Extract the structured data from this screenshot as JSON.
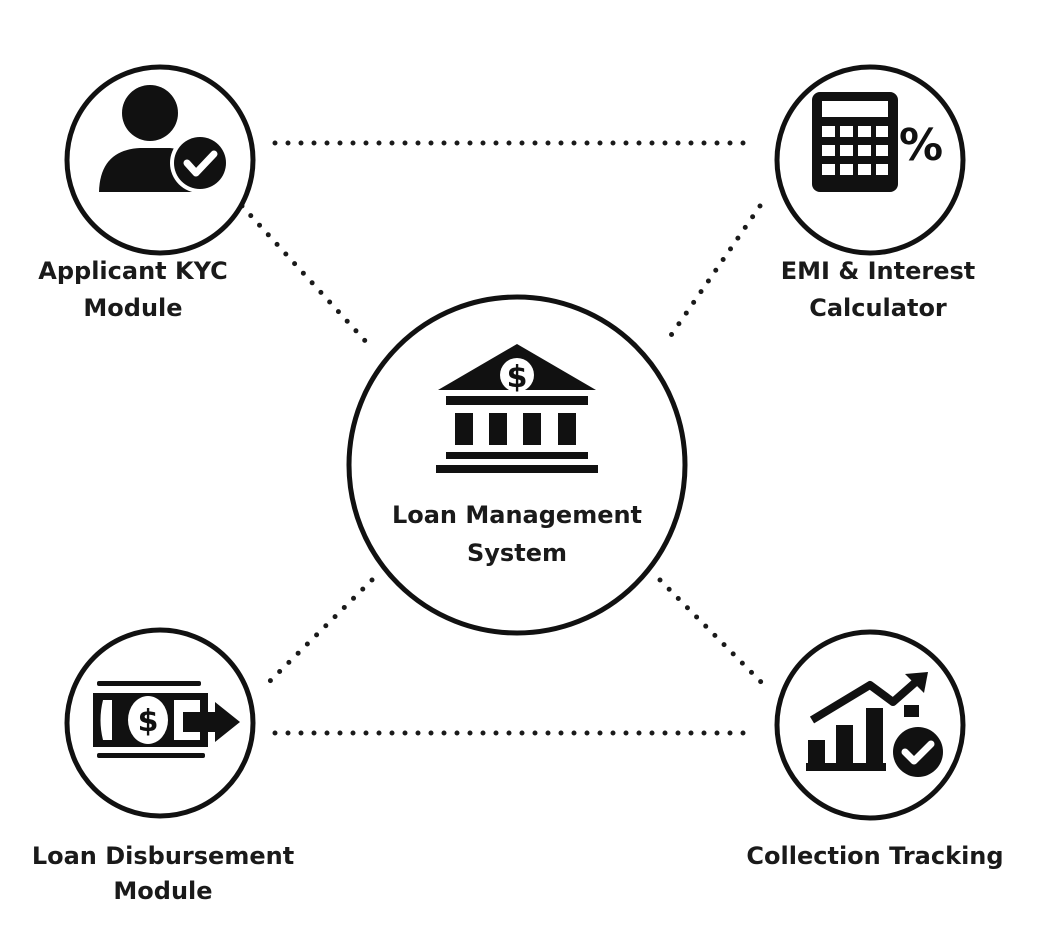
{
  "center": {
    "line1": "Loan Management",
    "line2": "System",
    "icon": "bank-dollar-icon"
  },
  "modules": [
    {
      "line1": "Applicant KYC",
      "line2": "Module",
      "icon": "user-verified-icon"
    },
    {
      "line1": "EMI & Interest",
      "line2": "Calculator",
      "icon": "calculator-percent-icon"
    },
    {
      "line1": "Loan Disbursement",
      "line2": "Module",
      "icon": "money-transfer-icon"
    },
    {
      "line1": "Collection Tracking",
      "icon": "growth-chart-check-icon"
    }
  ],
  "colors": {
    "ink": "#111111",
    "background": "#ffffff"
  }
}
